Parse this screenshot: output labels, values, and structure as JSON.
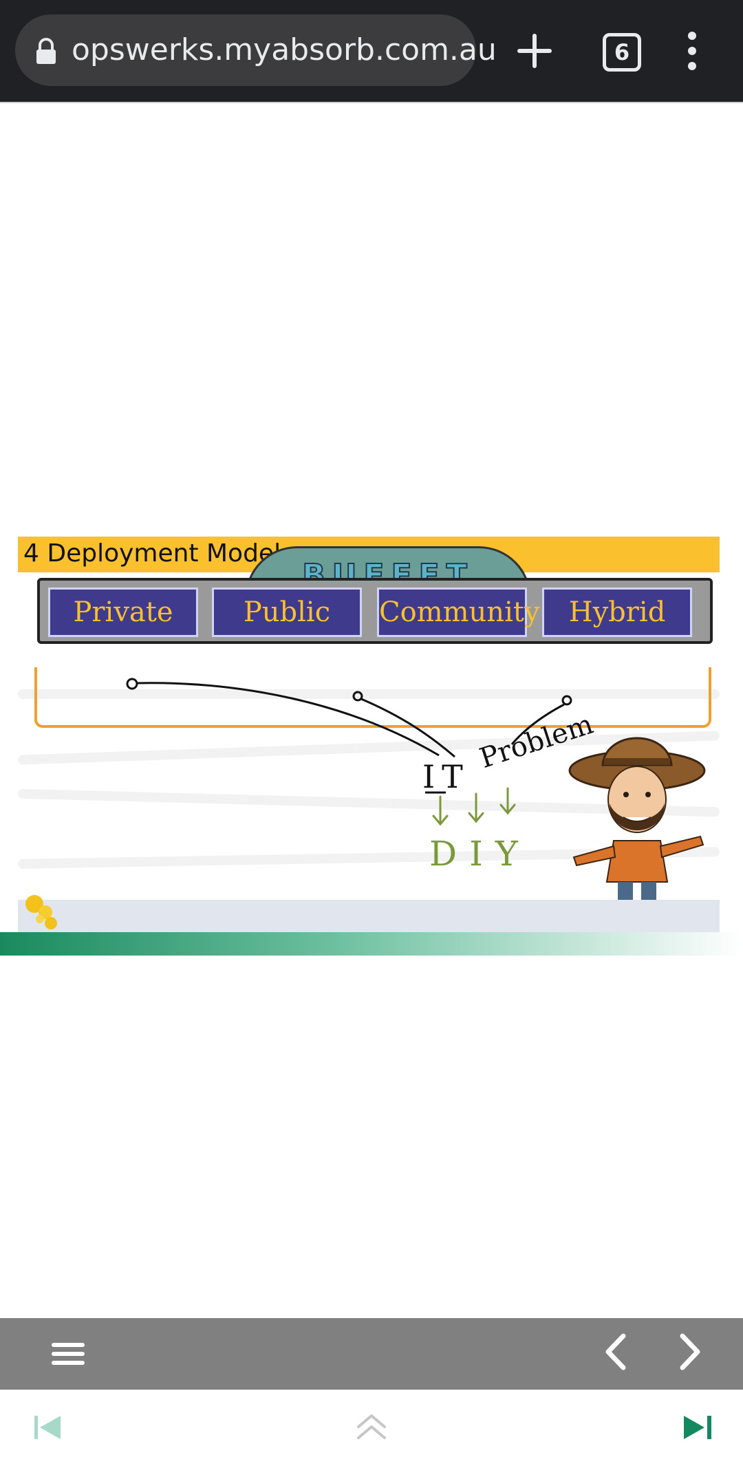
{
  "browser": {
    "url": "opswerks.myabsorb.com.au",
    "tab_count": "6",
    "icons": [
      "lock-icon",
      "plus-icon",
      "tab-switcher-icon",
      "more-vert-icon"
    ]
  },
  "slide": {
    "title": "4 Deployment Models",
    "sign": "BUFFET",
    "models": [
      "Private",
      "Public",
      "Community",
      "Hybrid"
    ],
    "problem_main": "IT",
    "problem_suffix": "Problem",
    "outcome": "DIY"
  },
  "colors": {
    "banner": "#fbc02d",
    "panel": "#3f3a8c",
    "panel_text": "#fbc02d",
    "tray": "#f0a030",
    "progress": "#1a8a5e",
    "nav_bar": "#808080"
  },
  "nav": {
    "icons": [
      "menu-icon",
      "chevron-left-icon",
      "chevron-right-icon",
      "skip-previous-icon",
      "double-chevron-up-icon",
      "skip-next-icon"
    ]
  }
}
